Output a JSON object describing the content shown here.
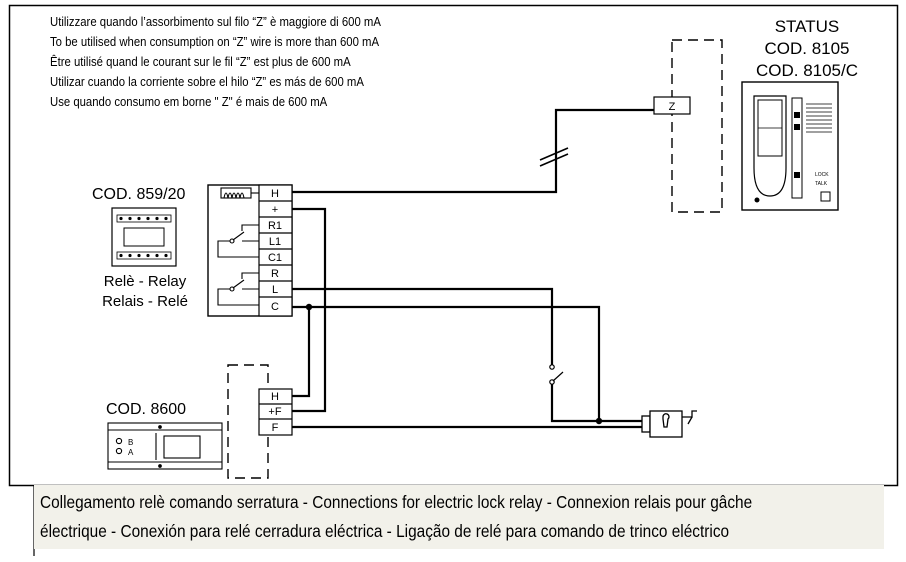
{
  "notes": [
    "Utilizzare quando l’assorbimento sul filo “Z” è maggiore di 600 mA",
    "To be utilised when consumption on “Z” wire is more than 600 mA",
    "Être utilisé quand le courant sur le fil “Z” est plus de 600 mA",
    "Utilizar cuando la corriente sobre el hilo “Z” es más de 600 mA",
    "Use quando consumo em borne \" Z\" é mais de 600 mA"
  ],
  "status": {
    "line1": "STATUS",
    "line2": "COD. 8105",
    "line3": "COD. 8105/C",
    "terminal": "Z",
    "panel_labels": [
      "LOCK",
      "TALK"
    ]
  },
  "relay": {
    "code": "COD. 859/20",
    "label_line1": "Relè - Relay",
    "label_line2": "Relais - Relé",
    "terminals": [
      "H",
      "+",
      "R1",
      "L1",
      "C1",
      "R",
      "L",
      "C"
    ]
  },
  "power": {
    "code": "COD. 8600",
    "labels": [
      "B",
      "A"
    ],
    "terminals": [
      "H",
      "+F",
      "F"
    ]
  },
  "caption": {
    "line1": "Collegamento relè comando serratura - Connections for electric lock relay - Connexion relais pour gâche",
    "line2": "électrique - Conexión para relé cerradura eléctrica - Ligação de relé para comando de trinco eléctrico"
  }
}
